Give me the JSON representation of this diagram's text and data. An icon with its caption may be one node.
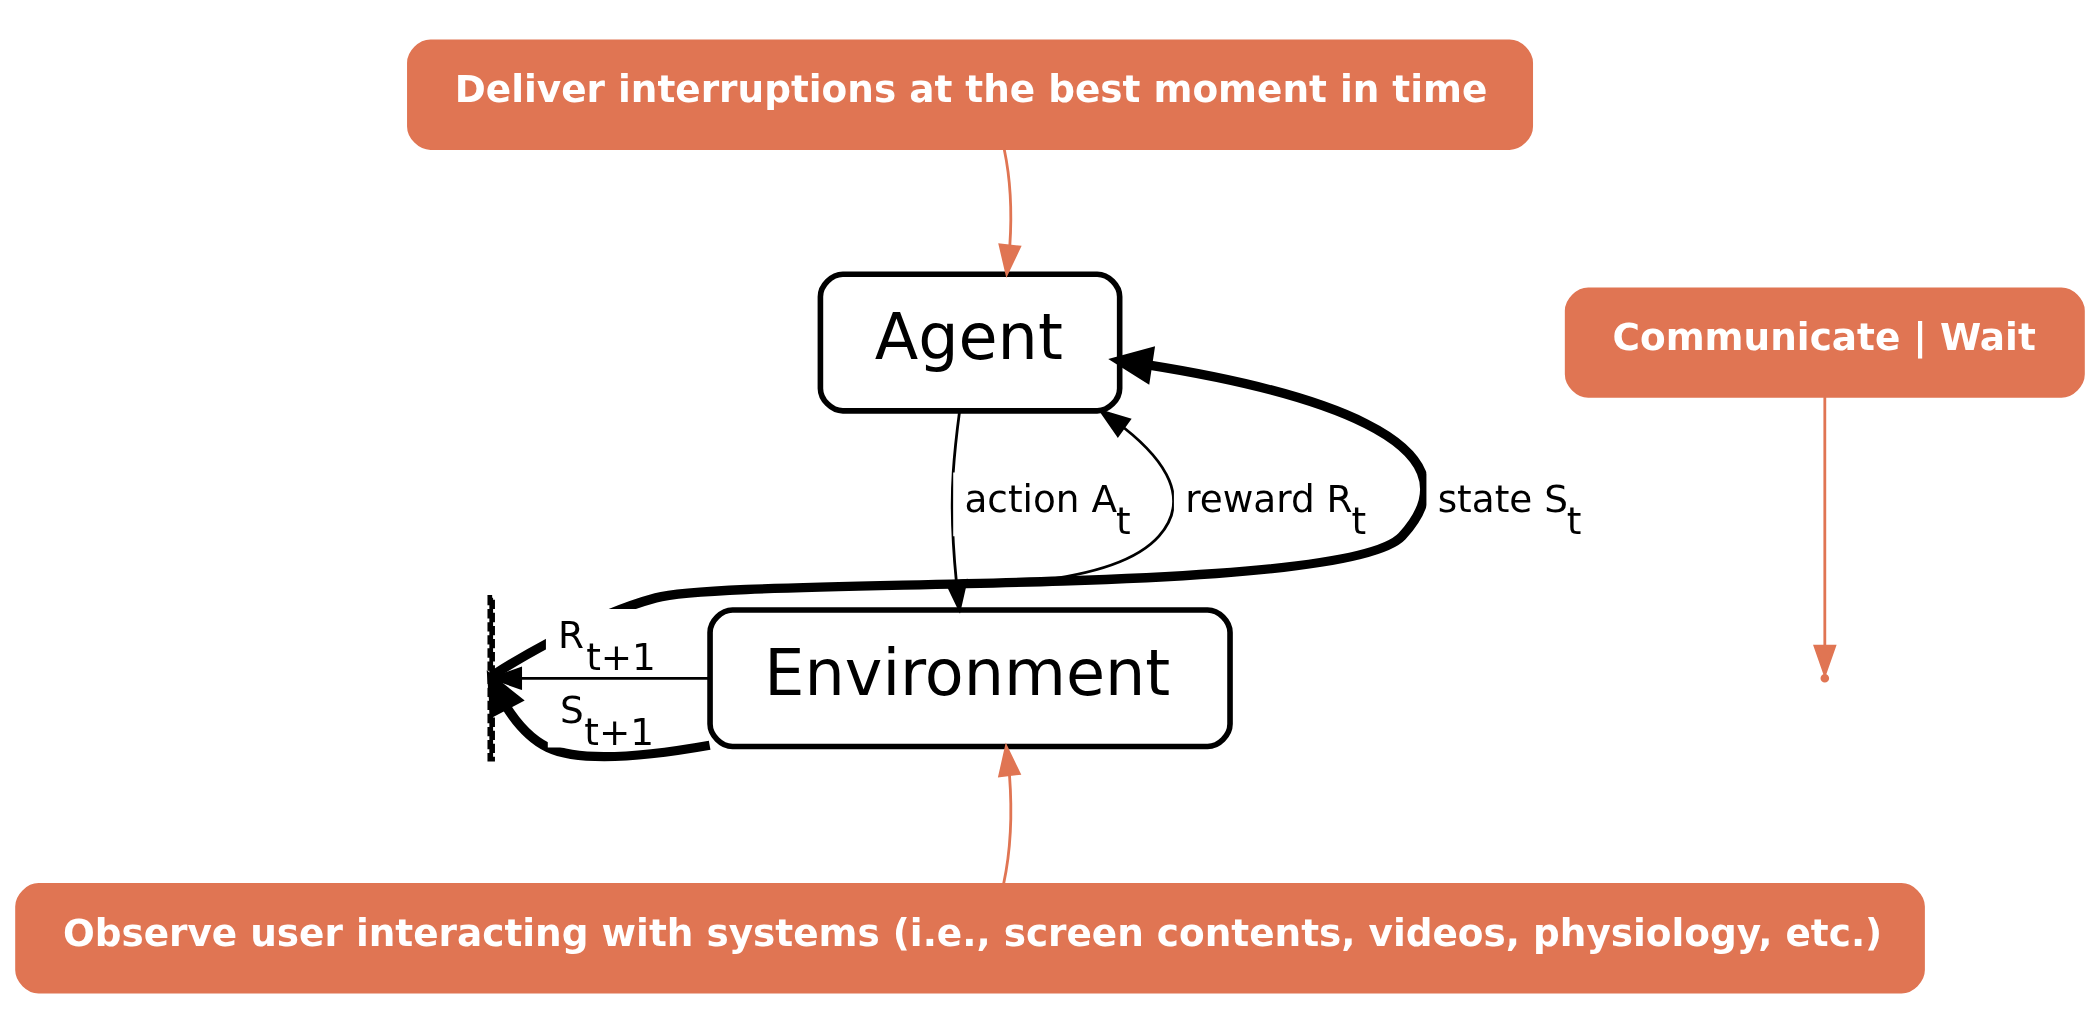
{
  "diagram": {
    "nodes": [
      {
        "text": [
          "Agent"
        ]
      },
      {
        "text": [
          "Environment"
        ]
      },
      {
        "text": [
          "Deliver interruptions at the best moment in time"
        ]
      },
      {
        "text": [
          "Communicate | Wait"
        ]
      },
      {
        "text": [
          "Observe user interacting with systems (i.e., screen contents, videos, physiology, etc.)"
        ]
      },
      {
        "text": [],
        "shape": "bar"
      }
    ],
    "edges": [
      {
        "from": 0,
        "to": 1,
        "arrow": "to",
        "label": "action A$_{t}$"
      },
      {
        "from": 1,
        "to": 5,
        "arrow": "to",
        "label": "R$_{t+1}$"
      },
      {
        "from": 1,
        "to": 5,
        "arrow": "to",
        "label": "S$_{t+1}$",
        "style": "thick"
      },
      {
        "from": 5,
        "to": 0,
        "arrow": "to",
        "label": "reward R$_{t}$"
      },
      {
        "from": 5,
        "to": 0,
        "arrow": "to",
        "label": "state S$_{t}$",
        "style": "thick"
      },
      {
        "from": 2,
        "to": 0,
        "arrow": "to",
        "color": "#e07553"
      },
      {
        "from": 3,
        "to": null,
        "arrow": "to",
        "color": "#e07553"
      },
      {
        "from": 4,
        "to": 1,
        "arrow": "to",
        "color": "#e07553"
      }
    ]
  }
}
